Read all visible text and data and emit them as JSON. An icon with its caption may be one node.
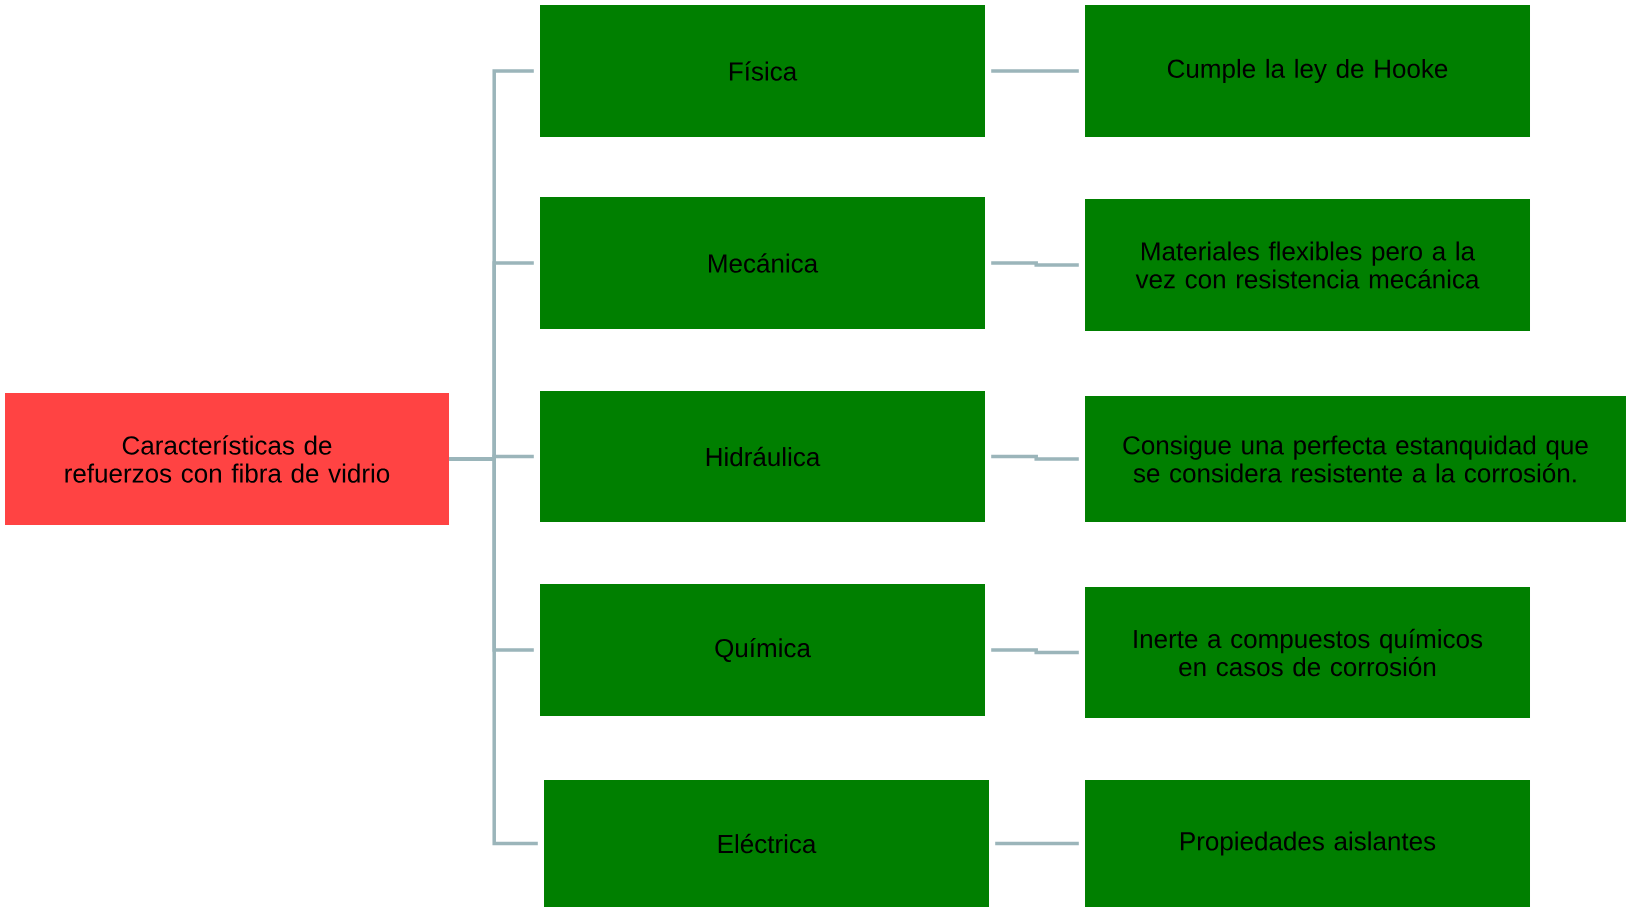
{
  "diagram": {
    "nodes": [
      {
        "text": [
          "Características de refuerzos con fibra de vidrio"
        ]
      },
      {
        "text": [
          "Física"
        ]
      },
      {
        "text": [
          "Cumple la ley de Hooke"
        ]
      },
      {
        "text": [
          "Mecánica"
        ]
      },
      {
        "text": [
          "Materiales flexibles pero a la vez con resistencia mecánica"
        ]
      },
      {
        "text": [
          "Hidráulica"
        ]
      },
      {
        "text": [
          "Consigue una perfecta estanquidad que se considera resistente a la corrosión."
        ]
      },
      {
        "text": [
          "Química"
        ]
      },
      {
        "text": [
          "Inerte a compuestos químicos en casos de corrosión"
        ]
      },
      {
        "text": [
          "Eléctrica"
        ]
      },
      {
        "text": [
          "Propiedades aislantes"
        ]
      }
    ],
    "edges": [
      {
        "from": 0,
        "to": 1,
        "arrow": "none"
      },
      {
        "from": 0,
        "to": 3,
        "arrow": "none"
      },
      {
        "from": 0,
        "to": 5,
        "arrow": "none"
      },
      {
        "from": 0,
        "to": 7,
        "arrow": "none"
      },
      {
        "from": 0,
        "to": 9,
        "arrow": "none"
      },
      {
        "from": 1,
        "to": 2,
        "arrow": "none"
      },
      {
        "from": 3,
        "to": 4,
        "arrow": "none"
      },
      {
        "from": 5,
        "to": 6,
        "arrow": "none"
      },
      {
        "from": 7,
        "to": 8,
        "arrow": "none"
      },
      {
        "from": 9,
        "to": 10,
        "arrow": "none"
      }
    ]
  }
}
